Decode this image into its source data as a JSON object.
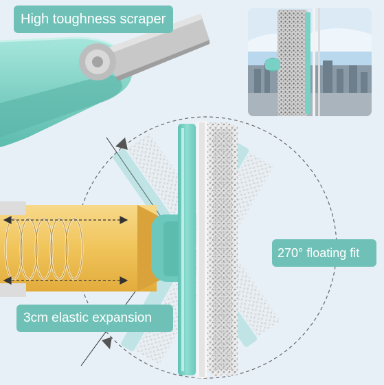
{
  "labels": {
    "scraper": "High toughness scraper",
    "floating": "270° floating fit",
    "elastic": "3cm elastic expansion"
  },
  "colors": {
    "background": "#e8f0f7",
    "label_bg": "#6fc1b7",
    "label_text": "#ffffff",
    "teal_body": "#79d0c4",
    "gray_scraper": "#c9c9c9",
    "yellow_pole": "#f0c45a",
    "microfiber": "#e9e9e9",
    "dashed_arc": "#666666",
    "sky": "#b9d8ee"
  },
  "icons": [
    "rotation-arc-arrow",
    "expansion-arrow"
  ]
}
